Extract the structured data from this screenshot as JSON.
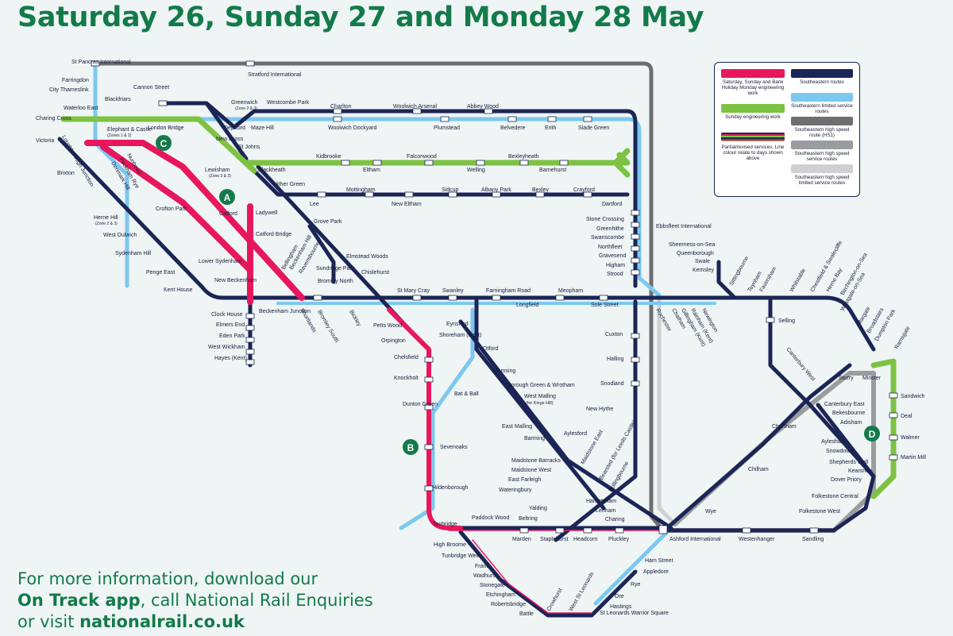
{
  "title": "Saturday 26, Sunday 27 and Monday 28 May",
  "info": {
    "line1": "For more information, download our",
    "app_name": "On Track app",
    "line2_rest": ", call National Rail Enquiries",
    "line3_pre": "or visit ",
    "website": "nationalrail.co.uk"
  },
  "colors": {
    "saturday_sunday_monday": "#e8175d",
    "sunday": "#7dc243",
    "southeastern": "#1b2556",
    "limited": "#7cc8f0",
    "high_speed_hs1": "#6d6e70",
    "high_speed": "#9b9c9e",
    "high_speed_limited": "#cfd0d2",
    "green_badge": "#137a4a"
  },
  "legend": {
    "saturday_sunday_monday": "Saturday, Sunday and Bank Holiday Monday engineering work",
    "sunday": "Sunday engineering work",
    "partial": "Partial/revised services. Line colour relate to days shown above",
    "southeastern": "Southeastern routes",
    "limited": "Southeastern limited service routes",
    "hs1": "Southeastern high speed route (HS1)",
    "high_speed": "Southeastern high speed service routes",
    "high_speed_limited": "Southeastern high speed limited service routes"
  },
  "badges": [
    "A",
    "B",
    "C",
    "D"
  ],
  "stations": [
    "St Pancras International",
    "Farringdon",
    "City Thameslink",
    "Blackfriars",
    "Cannon Street",
    "Stratford International",
    "Waterloo East",
    "Charing Cross",
    "London Bridge",
    "Elephant & Castle",
    "(Zones 1 & 2)",
    "Victoria",
    "Brixton",
    "Greenwich",
    "(Zone 2 & 3)",
    "Westcombe Park",
    "Charlton",
    "Woolwich Arsenal",
    "Abbey Wood",
    "Deptford",
    "Maze Hill",
    "Woolwich Dockyard",
    "Plumstead",
    "Belvedere",
    "Erith",
    "Slade Green",
    "New Cross",
    "St Johns",
    "Lewisham",
    "(Zone 2 & 3)",
    "Blackheath",
    "Kidbrooke",
    "Eltham",
    "Falconwood",
    "Welling",
    "Bexleyheath",
    "Barnehurst",
    "Hither Green",
    "Lee",
    "Mottingham",
    "New Eltham",
    "Sidcup",
    "Albany Park",
    "Bexley",
    "Crayford",
    "Dartford",
    "Loughborough Junction",
    "Nunhead",
    "Peckham Rye",
    "Denmark Hill",
    "Crofton Park",
    "Catford",
    "Ladywell",
    "Catford Bridge",
    "Grove Park",
    "Herne Hill",
    "(Zone 2 & 3)",
    "West Dulwich",
    "Sydenham Hill",
    "Penge East",
    "Kent House",
    "Lower Sydenham",
    "New Beckenham",
    "Bellingham",
    "Beckenham Hill",
    "Ravensbourne",
    "Elmstead Woods",
    "Chislehurst",
    "Sundridge Park",
    "Bromley North",
    "Beckenham Junction",
    "Clock House",
    "Elmers End",
    "Eden Park",
    "West Wickham",
    "Hayes (Kent)",
    "Shortlands",
    "Bromley South",
    "Bickley",
    "Petts Wood",
    "Orpington",
    "St Mary Cray",
    "Swanley",
    "Farningham Road",
    "Longfield",
    "Meopham",
    "Sole Street",
    "Stone Crossing",
    "Greenhithe",
    "Swanscombe",
    "Northfleet",
    "Gravesend",
    "Higham",
    "Strood",
    "Ebbsfleet International",
    "Sheerness-on-Sea",
    "Queenborough",
    "Swale",
    "Kemsley",
    "Sittingbourne",
    "Teynham",
    "Faversham",
    "Whitstable",
    "Chestfield & Swalecliffe",
    "Herne Bay",
    "Birchington-on-Sea",
    "Westgate-on-Sea",
    "Margate",
    "Broadstairs",
    "Dumpton Park",
    "Ramsgate",
    "Rochester",
    "Chatham",
    "Gillingham (Kent)",
    "Rainham (Kent)",
    "Newington",
    "Selling",
    "Canterbury West",
    "Sturry",
    "Minster",
    "Sandwich",
    "Deal",
    "Walmer",
    "Martin Mill",
    "Canterbury East",
    "Bekesbourne",
    "Adisham",
    "Aylesham",
    "Snowdown",
    "Shepherds Well",
    "Kearsney",
    "Dover Priory",
    "Folkestone Central",
    "Folkestone West",
    "Chartham",
    "Chilham",
    "Wye",
    "Ashford International",
    "Westenhanger",
    "Sandling",
    "Chelsfield",
    "Knockholt",
    "Dunton Green",
    "Sevenoaks",
    "Hildenborough",
    "Tonbridge",
    "Eynsford",
    "Shoreham (Kent)",
    "Otford",
    "Bat & Ball",
    "Kemsing",
    "Borough Green & Wrotham",
    "West Malling",
    "(for Kings Hill)",
    "East Malling",
    "Barming",
    "Aylesford",
    "New Hythe",
    "Snodland",
    "Halling",
    "Cuxton",
    "Maidstone Barracks",
    "Maidstone West",
    "East Farleigh",
    "Wateringbury",
    "Yalding",
    "Beltring",
    "Paddock Wood",
    "Maidstone East",
    "Bearsted (for Leeds Castle)",
    "Hollingbourne",
    "Harrietsham",
    "Lenham",
    "Charing",
    "Marden",
    "Staplehurst",
    "Headcorn",
    "Pluckley",
    "High Broome",
    "Tunbridge Wells",
    "Frant",
    "Wadhurst",
    "Stonegate",
    "Etchingham",
    "Robertsbridge",
    "Battle",
    "Crowhurst",
    "West St Leonards",
    "St Leonards Warrior Square",
    "Hastings",
    "Ore",
    "Rye",
    "Appledore",
    "Ham Street"
  ]
}
